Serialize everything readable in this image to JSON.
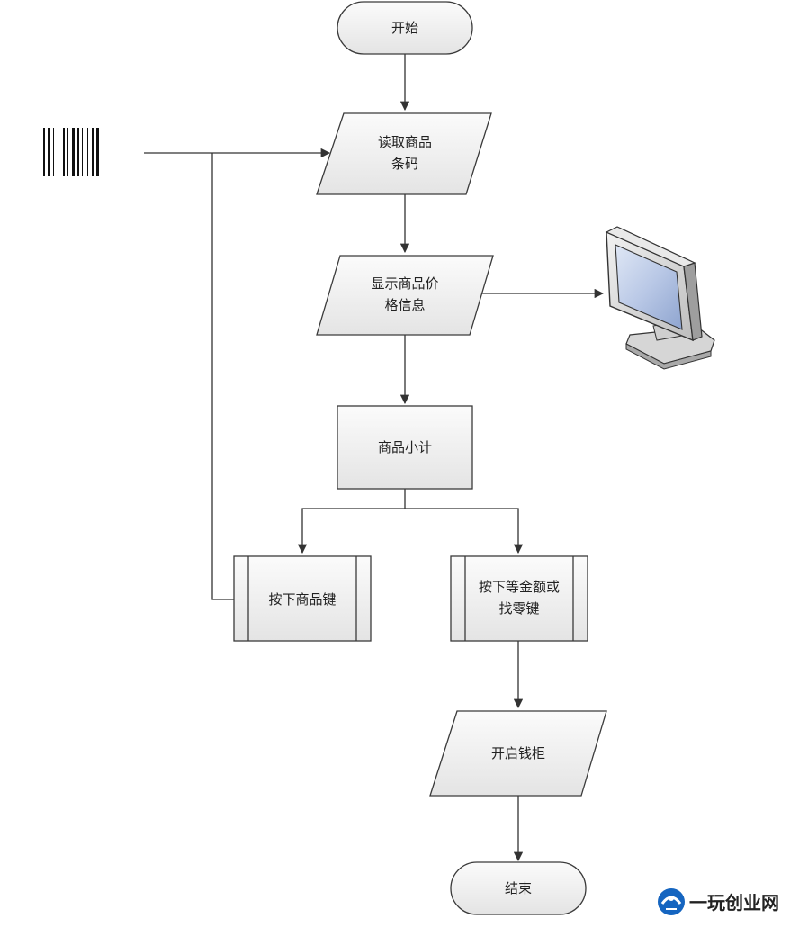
{
  "nodes": {
    "start": "开始",
    "read_barcode": [
      "读取商品",
      "条码"
    ],
    "show_price": [
      "显示商品价",
      "格信息"
    ],
    "subtotal": "商品小计",
    "press_item_key": "按下商品键",
    "press_amount_key": [
      "按下等金额或",
      "找零键"
    ],
    "open_drawer": "开启钱柜",
    "end": "结束"
  },
  "icons": {
    "input_device": "barcode-icon",
    "output_device": "monitor-icon"
  },
  "watermark": {
    "text": "一玩创业网",
    "icon": "logo-icon"
  },
  "colors": {
    "node_fill_top": "#fafafa",
    "node_fill_bottom": "#e6e6e6",
    "stroke": "#3a3a3a",
    "arrow": "#333333",
    "watermark_blue": "#1565c0"
  }
}
